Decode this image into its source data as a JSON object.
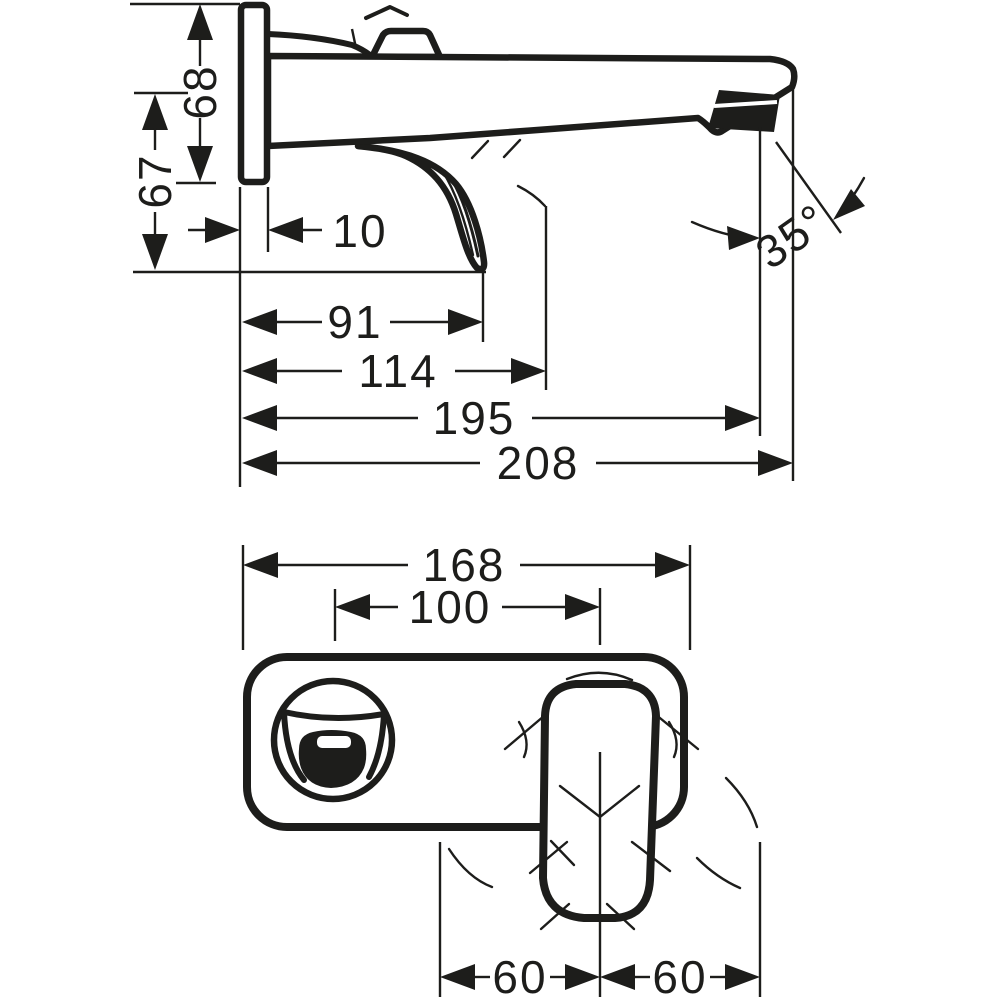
{
  "page": {
    "background": "#ffffff",
    "ink": "#1d1d1b"
  },
  "side_view": {
    "dim_68": "68",
    "dim_67": "67",
    "dim_10": "10",
    "dim_91": "91",
    "dim_114": "114",
    "dim_195": "195",
    "dim_208": "208",
    "angle": "35°"
  },
  "front_view": {
    "dim_168": "168",
    "dim_100": "100",
    "dim_60_left": "60",
    "dim_60_right": "60"
  }
}
